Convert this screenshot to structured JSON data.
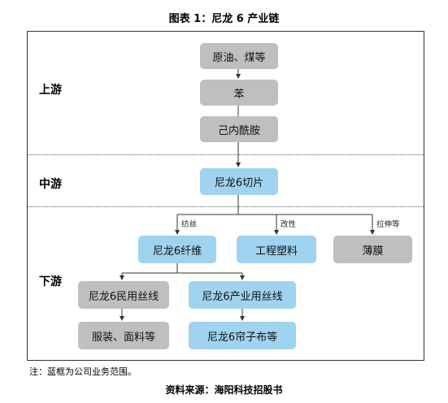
{
  "title": "图表 1：尼龙 6 产业链",
  "sections": {
    "upstream": "上游",
    "midstream": "中游",
    "downstream": "下游"
  },
  "nodes": {
    "raw": "原油、煤等",
    "benzene": "苯",
    "caprolactam": "己内酰胺",
    "chips": "尼龙6切片",
    "fiber": "尼龙6纤维",
    "plastics": "工程塑料",
    "film": "薄膜",
    "civil_yarn": "尼龙6民用丝线",
    "industrial_yarn": "尼龙6产业用丝线",
    "apparel": "服装、面料等",
    "cord": "尼龙6帘子布等"
  },
  "edge_labels": {
    "spinning": "纺丝",
    "modified": "改性",
    "stretching": "拉伸等"
  },
  "colors": {
    "in_scope": "#9fd3ef",
    "out_of_scope": "#bfbfbf"
  },
  "note": "注：蓝框为公司业务范围。",
  "source": "资料来源：海阳科技招股书"
}
